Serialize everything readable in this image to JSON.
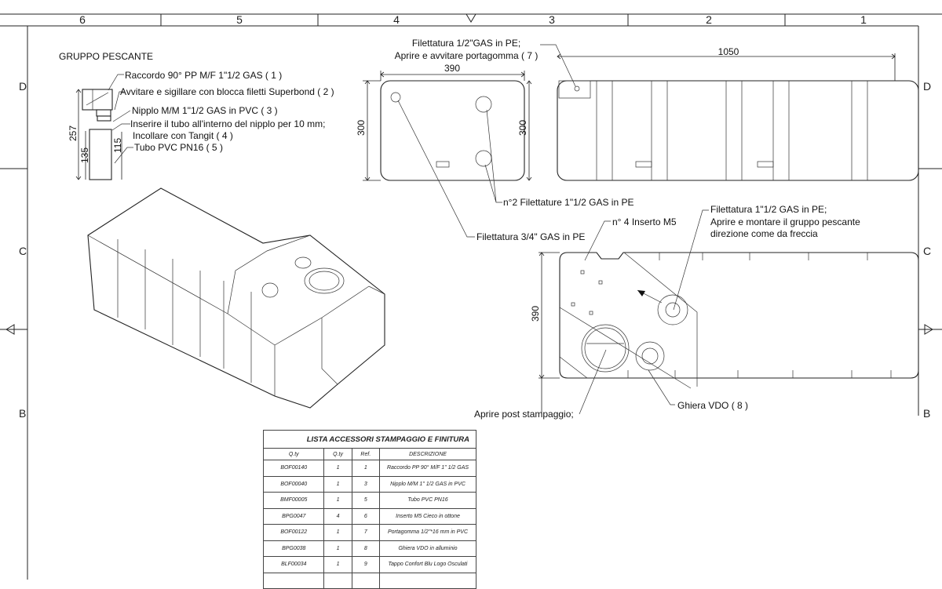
{
  "frame": {
    "zones_top": [
      "6",
      "5",
      "4",
      "3",
      "2",
      "1"
    ],
    "zones_side": [
      "D",
      "C",
      "B"
    ]
  },
  "gruppo": {
    "title": "GRUPPO PESCANTE",
    "notes": [
      "Raccordo 90° PP M/F 1\"1/2 GAS ( 1 )",
      "Avvitare e sigillare con blocca filetti Superbond ( 2 )",
      "Nipplo M/M 1\"1/2 GAS in PVC ( 3 )",
      "Inserire il tubo all'interno del nipplo per 10 mm;",
      "Incollare con Tangit ( 4 )",
      "Tubo PVC PN16 ( 5 )"
    ],
    "dims": [
      "257",
      "135",
      "115"
    ]
  },
  "top_views": {
    "note_portagomma": [
      "Filettatura 1/2\"GAS in PE;",
      "Aprire e avvitare portagomma ( 7 )"
    ],
    "dim_width_small": "390",
    "dim_length": "1050",
    "dim_height_left": "300",
    "dim_height_right": "300",
    "note_filettature": "n°2 Filettature 1\"1/2 GAS in PE",
    "note_3_4": "Filettatura 3/4\" GAS in PE"
  },
  "plan_view": {
    "note_inserto": "n° 4 Inserto M5",
    "note_pescante": [
      "Filettatura 1\"1/2 GAS in PE;",
      "Aprire e montare il gruppo pescante",
      "direzione come da freccia"
    ],
    "dim_width": "390",
    "note_ghiera": "Ghiera VDO ( 8 )",
    "note_aprire": "Aprire post stampaggio;"
  },
  "table": {
    "title": "LISTA ACCESSORI STAMPAGGIO E FINITURA",
    "headers": [
      "Q.ty",
      "Q.ty",
      "Ref.",
      "DESCRIZIONE"
    ],
    "rows": [
      [
        "BOF00140",
        "1",
        "1",
        "Raccordo PP 90° M/F 1\" 1/2 GAS"
      ],
      [
        "BOF00040",
        "1",
        "3",
        "Nipplo M/M 1\" 1/2 GAS in PVC"
      ],
      [
        "BMF00005",
        "1",
        "5",
        "Tubo PVC PN16"
      ],
      [
        "BPG0047",
        "4",
        "6",
        "Inserto M5 Cieco in ottone"
      ],
      [
        "BOF00122",
        "1",
        "7",
        "Portagomma 1/2\"*16 mm in PVC"
      ],
      [
        "BPG0038",
        "1",
        "8",
        "Ghiera VDO in alluminio"
      ],
      [
        "BLF00034",
        "1",
        "9",
        "Tappo Confort Blu Logo Osculati"
      ]
    ]
  }
}
